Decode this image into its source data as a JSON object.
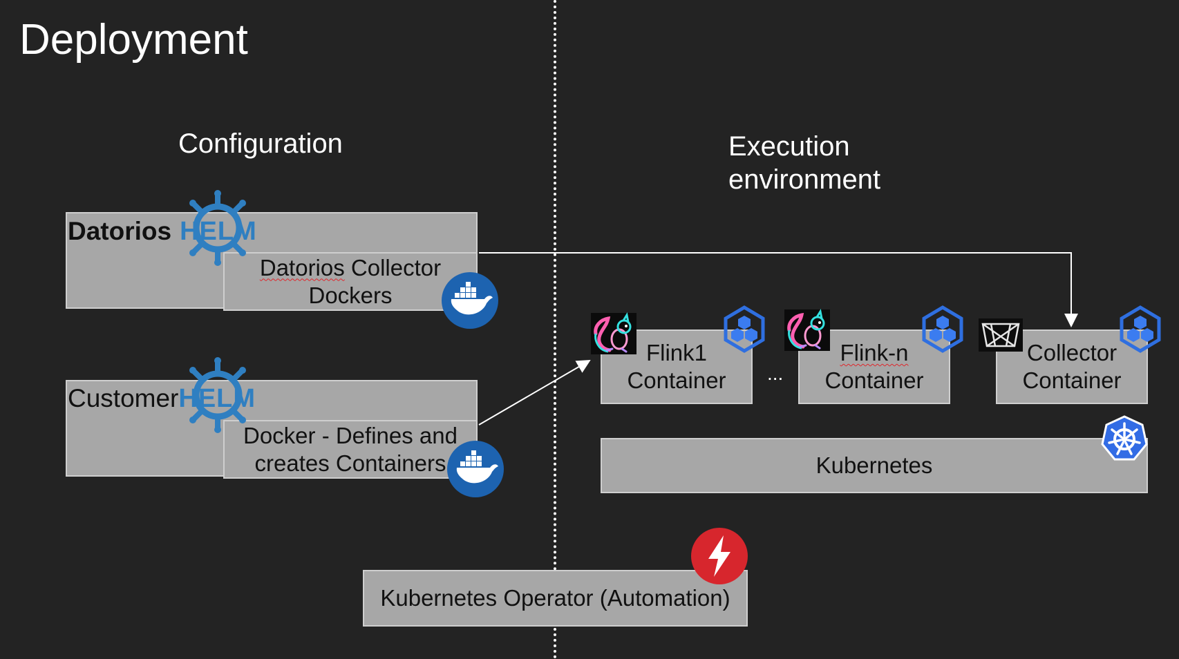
{
  "title": "Deployment",
  "sections": {
    "configuration": "Configuration",
    "execution_line1": "Execution",
    "execution_line2": "environment"
  },
  "config": {
    "datorios_helm": {
      "label": "Datorios",
      "helm": "HELM"
    },
    "datorios_collector": {
      "word1": "Datorios",
      "word1_rest": " Collector",
      "line2": "Dockers"
    },
    "customer_helm": {
      "label": "Customer",
      "helm": "HELM"
    },
    "customer_docker": {
      "line1": "Docker - Defines and",
      "line2": "creates Containers"
    }
  },
  "execution": {
    "flink1": {
      "line1": "Flink1",
      "line2": "Container"
    },
    "ellipsis": "...",
    "flinkn": {
      "line1": "Flink-n",
      "line2": "Container"
    },
    "collector": {
      "line1": "Collector",
      "line2": "Container"
    },
    "kubernetes": "Kubernetes"
  },
  "operator": {
    "label": "Kubernetes Operator (Automation)"
  },
  "icons": {
    "helm": "helm-wheel-icon",
    "docker": "docker-whale-icon",
    "flink": "flink-squirrel-icon",
    "container": "container-cube-icon",
    "collector_logo": "collector-logo-icon",
    "kubernetes": "kubernetes-wheel-icon",
    "operator": "lightning-icon"
  },
  "colors": {
    "background": "#232323",
    "box_fill": "#a7a7a7",
    "helm_blue": "#2f7fc1",
    "docker_blue": "#1d63b0",
    "k8s_blue": "#326ce5",
    "operator_red": "#d7262d"
  }
}
